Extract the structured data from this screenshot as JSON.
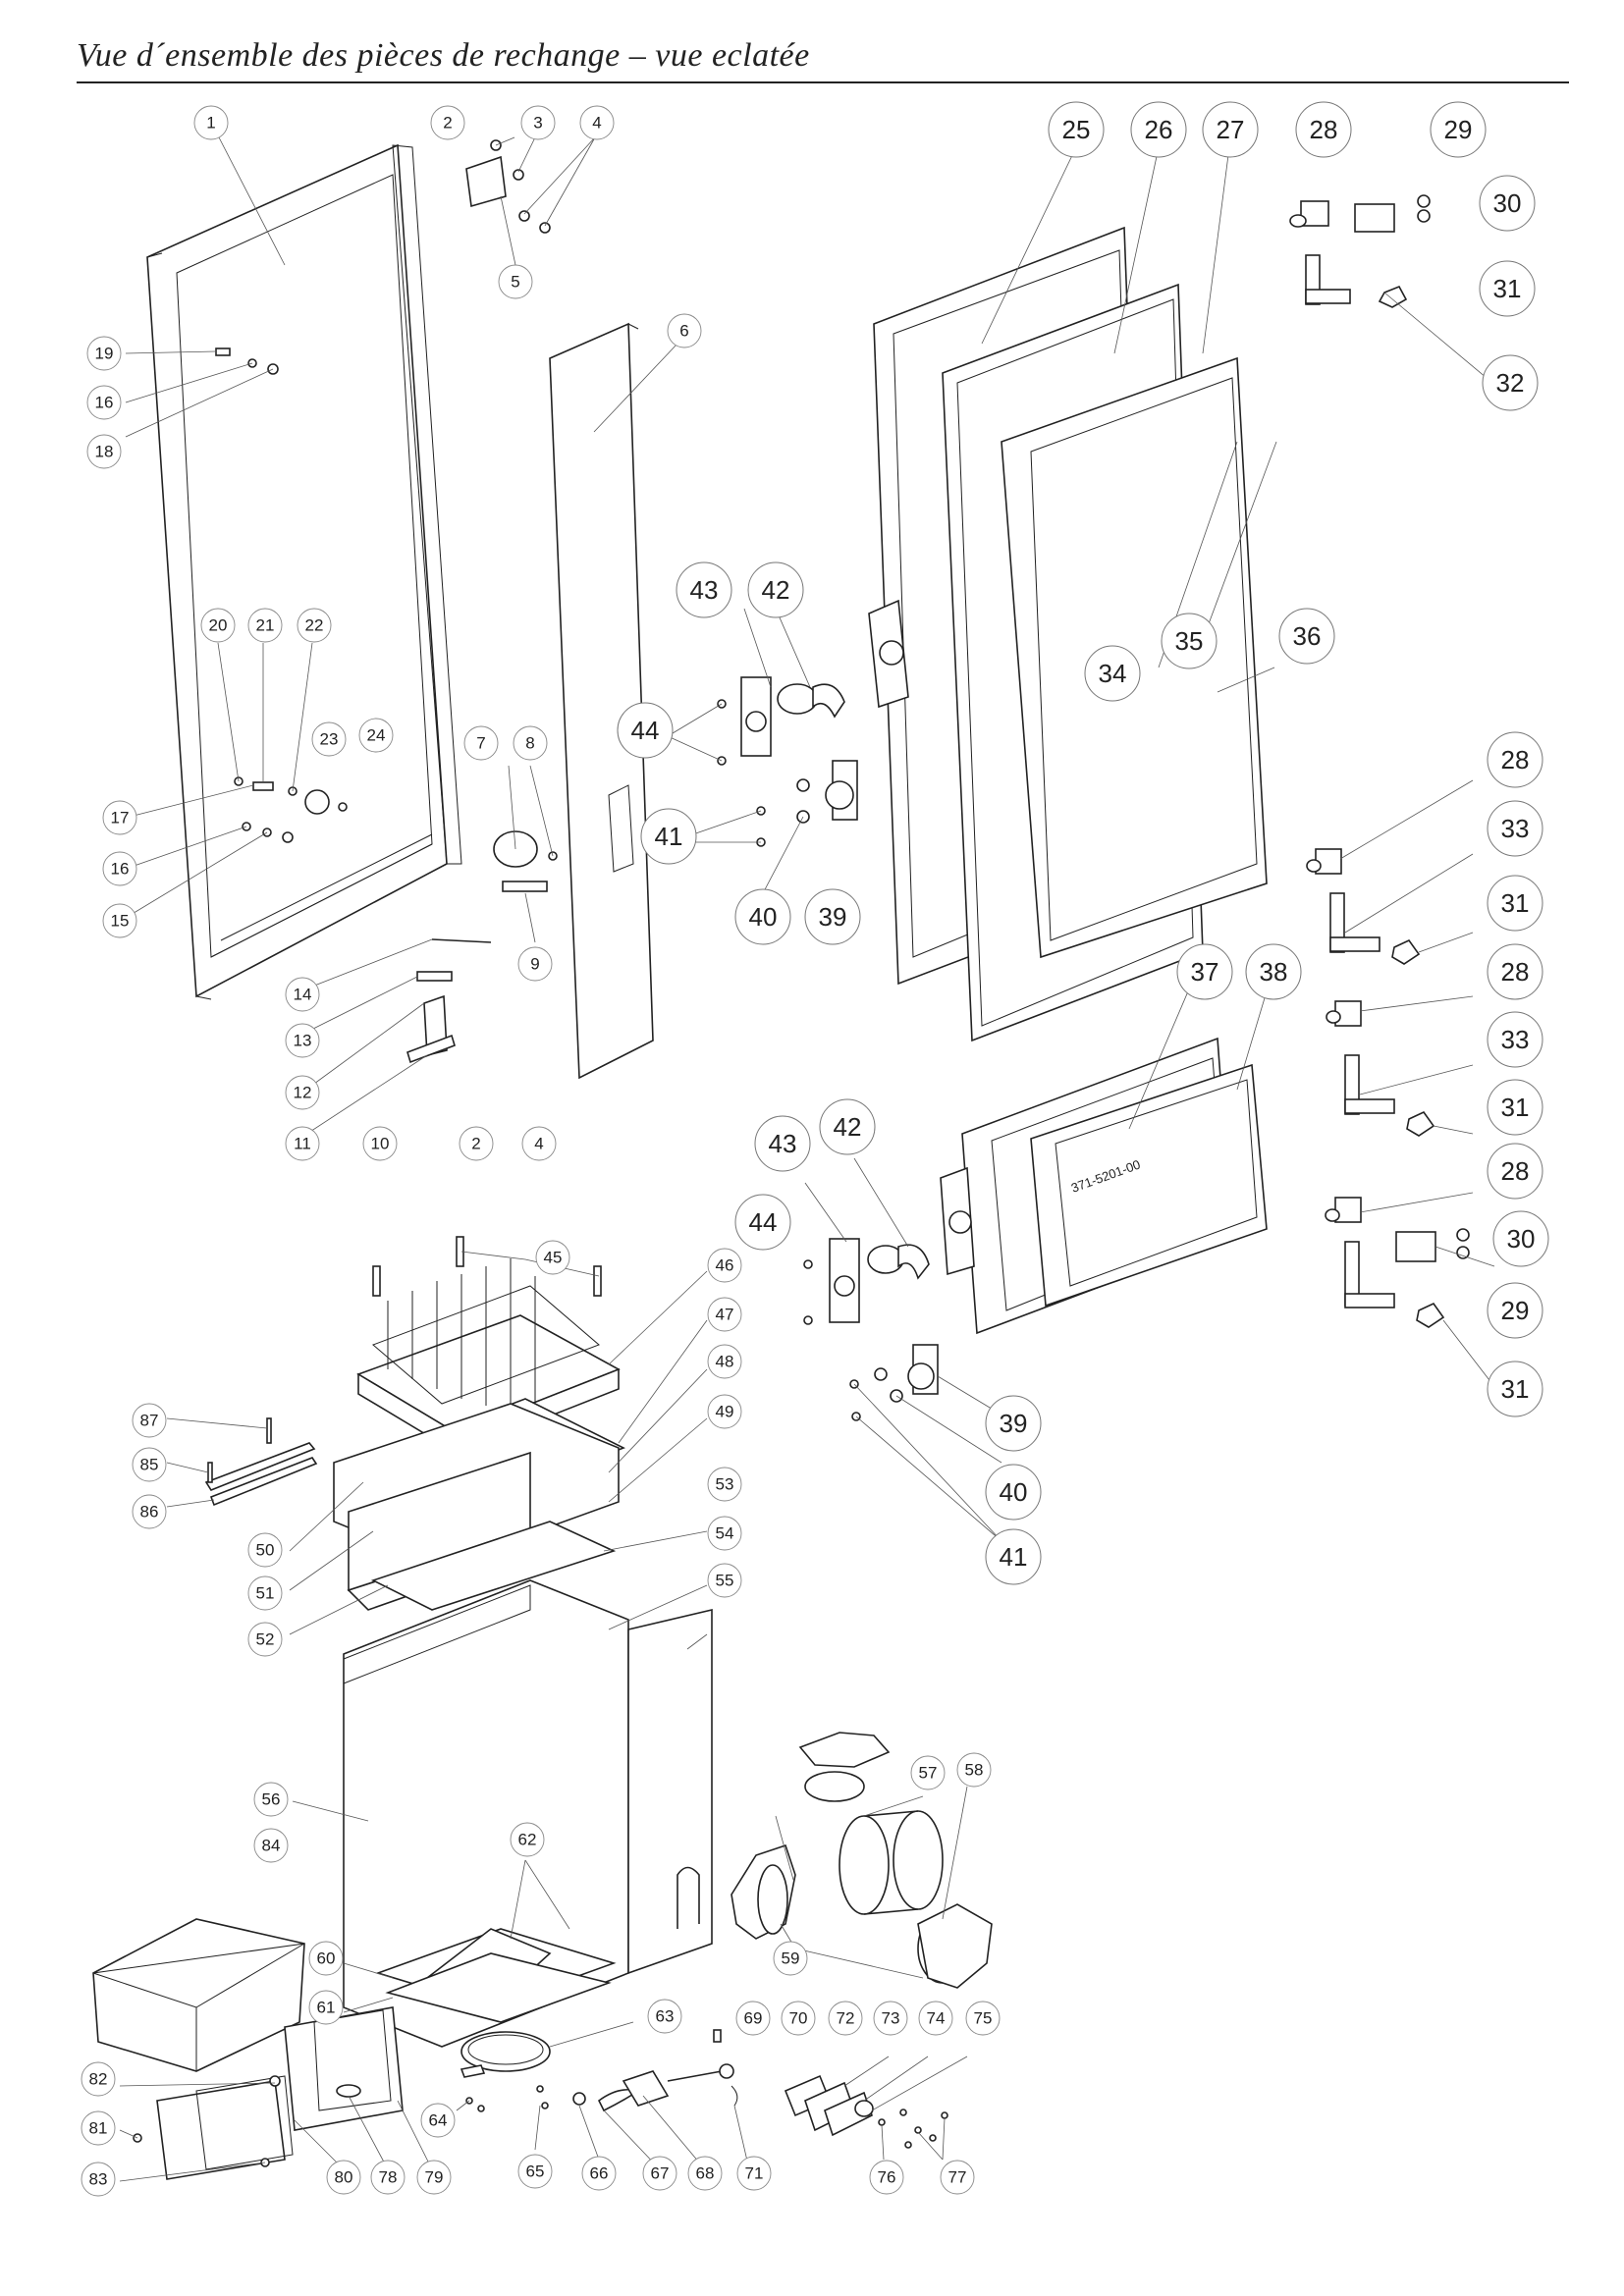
{
  "page": {
    "title": "Vue d´ensemble des pièces de rechange – vue eclatée",
    "door_plate_marking": "371-5201-00"
  },
  "callouts": {
    "c1": "1",
    "c2a": "2",
    "c3": "3",
    "c4a": "4",
    "c5": "5",
    "c6": "6",
    "c7": "7",
    "c8": "8",
    "c9": "9",
    "c10": "10",
    "c2b": "2",
    "c4b": "4",
    "c11": "11",
    "c12": "12",
    "c13": "13",
    "c14": "14",
    "c15": "15",
    "c16a": "16",
    "c16b": "16",
    "c17": "17",
    "c18": "18",
    "c19": "19",
    "c20": "20",
    "c21": "21",
    "c22": "22",
    "c23": "23",
    "c24": "24",
    "c25": "25",
    "c26": "26",
    "c27": "27",
    "c28a": "28",
    "c29a": "29",
    "c30a": "30",
    "c31a": "31",
    "c32": "32",
    "c43a": "43",
    "c42a": "42",
    "c44a": "44",
    "c41a": "41",
    "c40a": "40",
    "c39a": "39",
    "c34": "34",
    "c35": "35",
    "c36": "36",
    "c28b": "28",
    "c33a": "33",
    "c31b": "31",
    "c28c": "28",
    "c33b": "33",
    "c31c": "31",
    "c37": "37",
    "c38": "38",
    "c28d": "28",
    "c30b": "30",
    "c29b": "29",
    "c31d": "31",
    "c43b": "43",
    "c42b": "42",
    "c44b": "44",
    "c39b": "39",
    "c40b": "40",
    "c41b": "41",
    "c45": "45",
    "c46": "46",
    "c47": "47",
    "c48": "48",
    "c49": "49",
    "c50": "50",
    "c51": "51",
    "c52": "52",
    "c53": "53",
    "c54": "54",
    "c55": "55",
    "c56": "56",
    "c57": "57",
    "c58": "58",
    "c59": "59",
    "c60": "60",
    "c61": "61",
    "c62": "62",
    "c63": "63",
    "c64": "64",
    "c65": "65",
    "c66": "66",
    "c67": "67",
    "c68": "68",
    "c69": "69",
    "c70": "70",
    "c71": "71",
    "c72": "72",
    "c73": "73",
    "c74": "74",
    "c75": "75",
    "c76": "76",
    "c77": "77",
    "c78": "78",
    "c79": "79",
    "c80": "80",
    "c81": "81",
    "c82": "82",
    "c83": "83",
    "c84": "84",
    "c85": "85",
    "c86": "86",
    "c87": "87"
  }
}
